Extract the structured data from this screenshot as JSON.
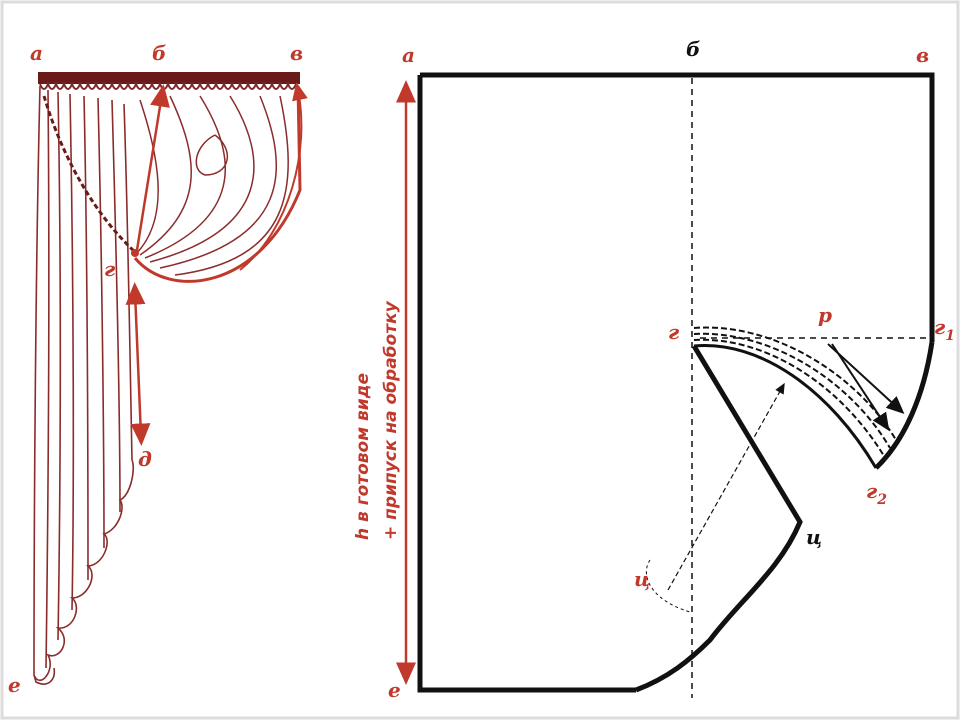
{
  "colors": {
    "accent": "#c0392b",
    "line": "#111111",
    "frame": "#dcdcdc"
  },
  "left_labels": {
    "a": "а",
    "b": "б",
    "v": "в",
    "g": "г",
    "d": "д",
    "e": "е"
  },
  "right_labels": {
    "a": "а",
    "b": "б",
    "v": "в",
    "g": "г",
    "g1": "г",
    "g1_sub": "1",
    "p": "р",
    "g2": "г",
    "g2_sub": "2",
    "c_inner": "ц",
    "c_outer": "ц",
    "e": "е"
  },
  "side_text": {
    "line1_symbol": "h",
    "line1_text": " в готовом виде",
    "line2": "+ припуск на обработку"
  }
}
